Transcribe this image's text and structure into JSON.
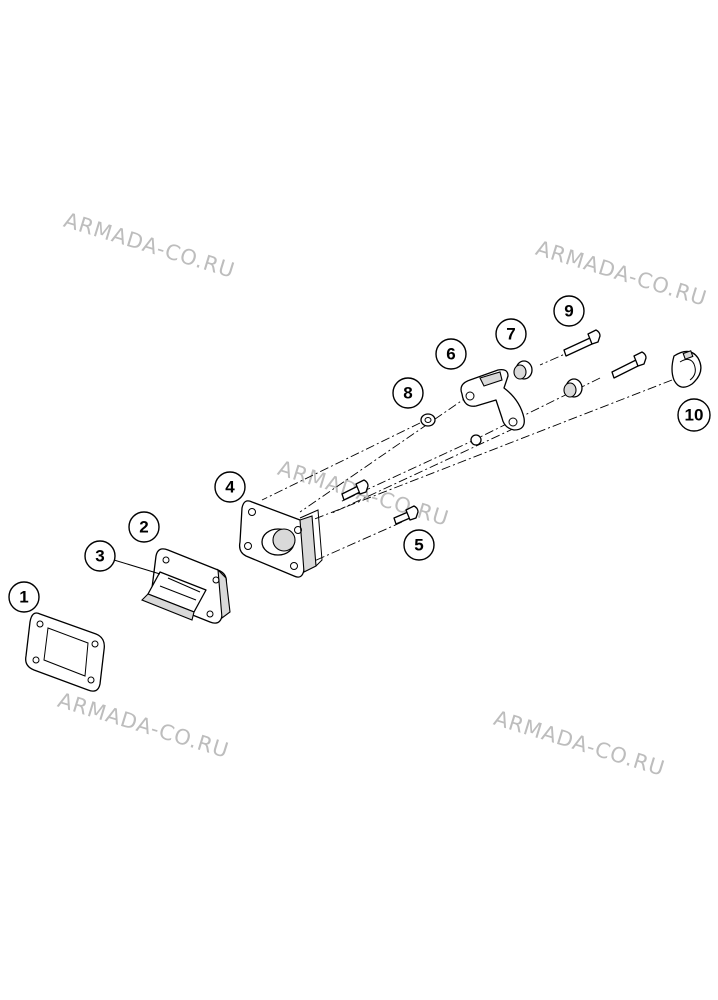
{
  "watermark": {
    "text": "ARMADA-CO.RU"
  },
  "callouts": [
    {
      "label": "1"
    },
    {
      "label": "2"
    },
    {
      "label": "3"
    },
    {
      "label": "4"
    },
    {
      "label": "5"
    },
    {
      "label": "6"
    },
    {
      "label": "7"
    },
    {
      "label": "8"
    },
    {
      "label": "9"
    },
    {
      "label": "10"
    }
  ],
  "parts": [
    {
      "name": "gasket",
      "callout": "1"
    },
    {
      "name": "reed-valve-housing",
      "callout": "2"
    },
    {
      "name": "reed-petal",
      "callout": "3"
    },
    {
      "name": "intake-flange",
      "callout": "4"
    },
    {
      "name": "short-bolt",
      "callout": "5"
    },
    {
      "name": "bracket",
      "callout": "6"
    },
    {
      "name": "rubber-bushing",
      "callout": "7"
    },
    {
      "name": "washer",
      "callout": "8"
    },
    {
      "name": "long-bolt",
      "callout": "9"
    },
    {
      "name": "hose-clamp",
      "callout": "10"
    }
  ],
  "colors": {
    "line": "#000000",
    "watermark": "#bdbdbd",
    "background": "#ffffff"
  }
}
